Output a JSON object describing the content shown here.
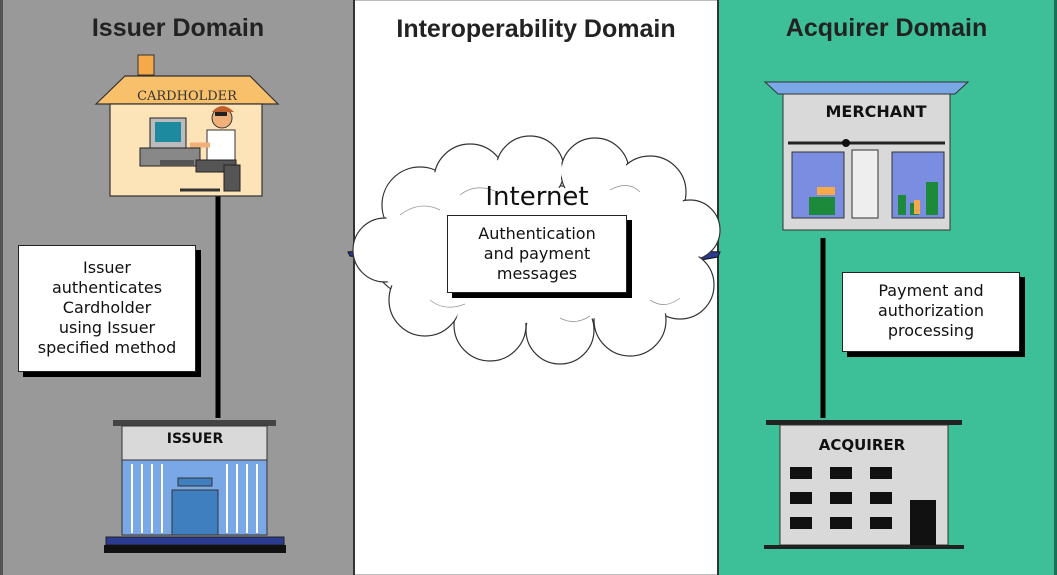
{
  "domains": {
    "issuer": {
      "title": "Issuer Domain",
      "color": "#999999"
    },
    "interoperability": {
      "title": "Interoperability Domain",
      "color": "#ffffff"
    },
    "acquirer": {
      "title": "Acquirer Domain",
      "color": "#3dbf97"
    }
  },
  "nodes": {
    "cardholder": {
      "label": "CARDHOLDER",
      "roof_color": "#f8c06a",
      "wall_color": "#fde3b8"
    },
    "issuer": {
      "label": "ISSUER",
      "building_color": "#7aa7e6"
    },
    "merchant": {
      "label": "MERCHANT"
    },
    "acquirer": {
      "label": "ACQUIRER"
    },
    "internet": {
      "label": "Internet"
    }
  },
  "notes": {
    "issuer_auth": {
      "lines": [
        "Issuer",
        "authenticates",
        "Cardholder",
        "using Issuer",
        "specified method"
      ]
    },
    "internet_msg": {
      "lines": [
        "Authentication",
        "and payment",
        "messages"
      ]
    },
    "acquirer_proc": {
      "lines": [
        "Payment and",
        "authorization",
        "processing"
      ]
    }
  },
  "icons": [
    "cloud-icon",
    "house-icon",
    "computer-user-icon",
    "bank-building-icon",
    "store-icon",
    "office-building-icon"
  ]
}
